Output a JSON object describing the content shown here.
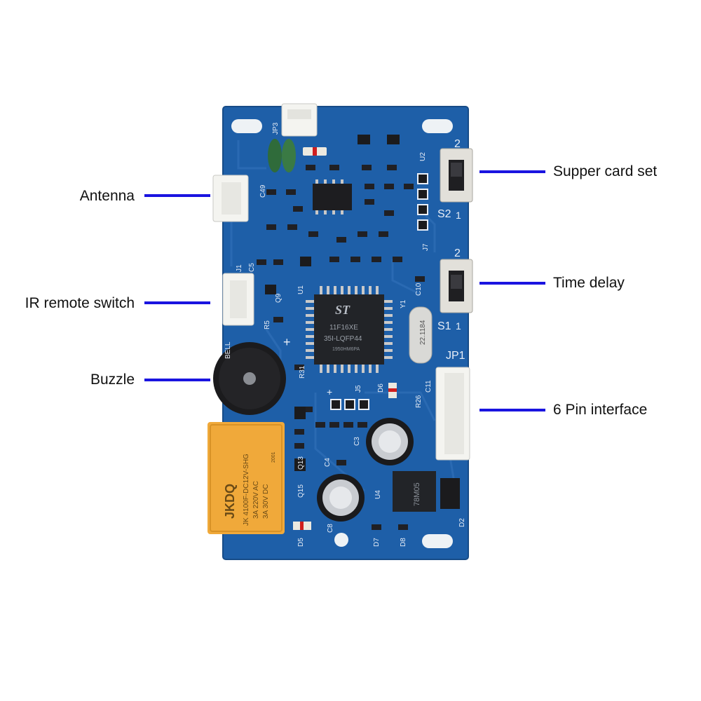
{
  "callouts": {
    "antenna": "Antenna",
    "ir_remote_switch": "IR remote switch",
    "buzzle": "Buzzle",
    "supper_card_set": "Supper card set",
    "time_delay": "Time delay",
    "six_pin_interface": "6 Pin interface"
  },
  "colors": {
    "pcb": "#1e5fa8",
    "pcb_dark": "#184f8e",
    "callout_line": "#1a14e0",
    "relay": "#f0a93a",
    "connector": "#f4f4f0",
    "chip": "#222428"
  },
  "board": {
    "chip_brand": "ST",
    "chip_line1": "11F16XE",
    "chip_line2": "35I-LQFP44",
    "chip_line3": "1950HM6PA",
    "relay_brand": "JKDQ",
    "relay_line1": "JK 4100F-DC12V-SHG",
    "relay_line2": "3A 220V AC",
    "relay_line3": "3A 30V DC",
    "relay_code": "2001",
    "crystal_text": "22.1184",
    "regulator_text": "78M05",
    "s2": "S2",
    "s1": "S1",
    "jp1": "JP1",
    "bell": "BELL",
    "j1": "J1",
    "j5": "J5",
    "j7": "J7",
    "jp3": "JP3",
    "u1": "U1",
    "u2": "U2",
    "u4": "U4",
    "y1": "Y1",
    "d2": "D2",
    "d5": "D5",
    "d6": "D6",
    "d7": "D7",
    "d8": "D8",
    "c8": "C8",
    "c4": "C4",
    "c3": "C3",
    "c5": "C5",
    "c10": "C10",
    "c11": "C11",
    "c49": "C49",
    "q9": "Q9",
    "q13": "Q13",
    "q15": "Q15",
    "r5": "R5",
    "r31": "R31",
    "r26": "R26",
    "num2_top": "2",
    "num1_top": "1",
    "num2_mid": "2",
    "num1_mid": "1",
    "plus_top": "+",
    "plus_mid": "+"
  }
}
